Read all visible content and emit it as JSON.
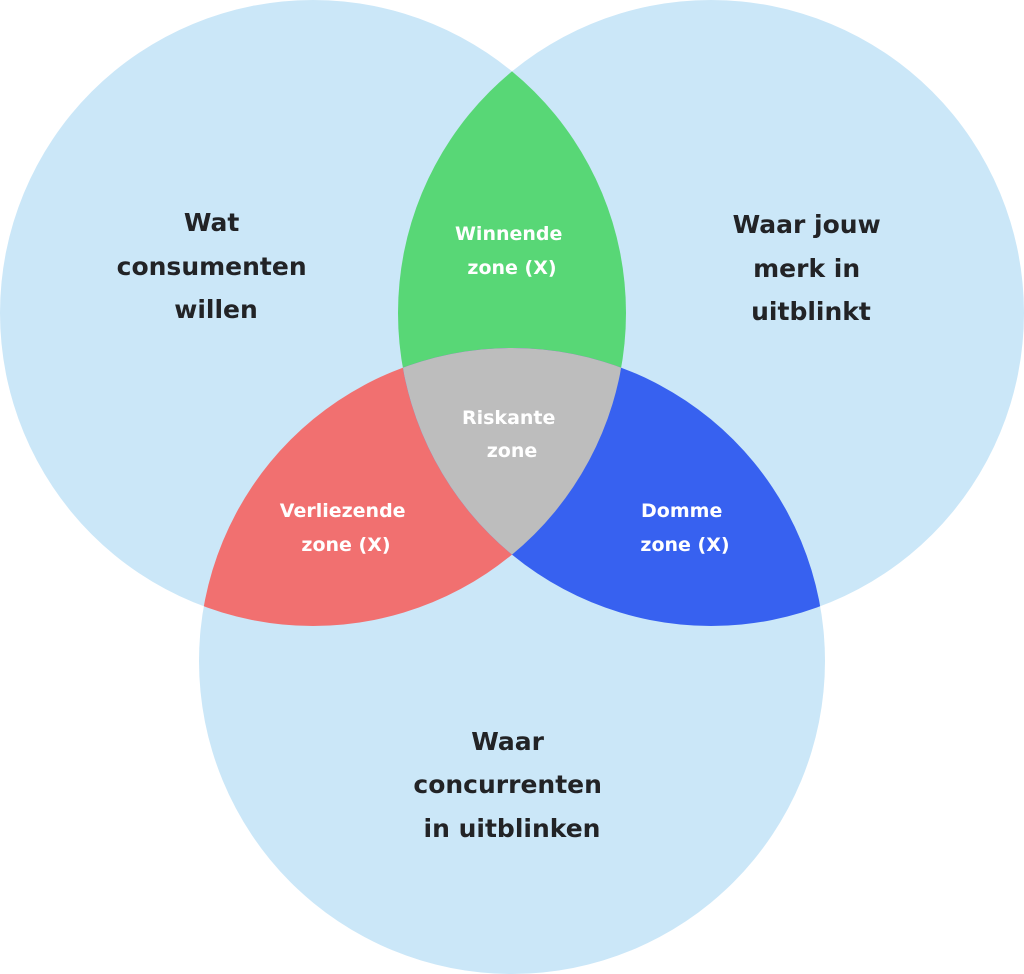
{
  "diagram": {
    "type": "venn-3",
    "colors": {
      "circle": "#cbe7f8",
      "winning": "#58d776",
      "losing": "#f17070",
      "dumb": "#3761f0",
      "risky": "#bdbdbd",
      "dark_text": "#222326",
      "light_text": "#ffffff"
    },
    "sets": [
      {
        "id": "consumers",
        "lines": [
          "Wat",
          "consumenten",
          "willen"
        ]
      },
      {
        "id": "brand",
        "lines": [
          "Waar jouw",
          "merk in",
          "uitblinkt"
        ]
      },
      {
        "id": "competitors",
        "lines": [
          "Waar",
          "concurrenten",
          "in uitblinken"
        ]
      }
    ],
    "zones": {
      "winning": {
        "sets": [
          "consumers",
          "brand"
        ],
        "lines": [
          "Winnende",
          "zone (X)"
        ]
      },
      "losing": {
        "sets": [
          "consumers",
          "competitors"
        ],
        "lines": [
          "Verliezende",
          "zone (X)"
        ]
      },
      "dumb": {
        "sets": [
          "brand",
          "competitors"
        ],
        "lines": [
          "Domme",
          "zone (X)"
        ]
      },
      "risky": {
        "sets": [
          "consumers",
          "brand",
          "competitors"
        ],
        "lines": [
          "Riskante",
          "zone"
        ]
      }
    }
  }
}
